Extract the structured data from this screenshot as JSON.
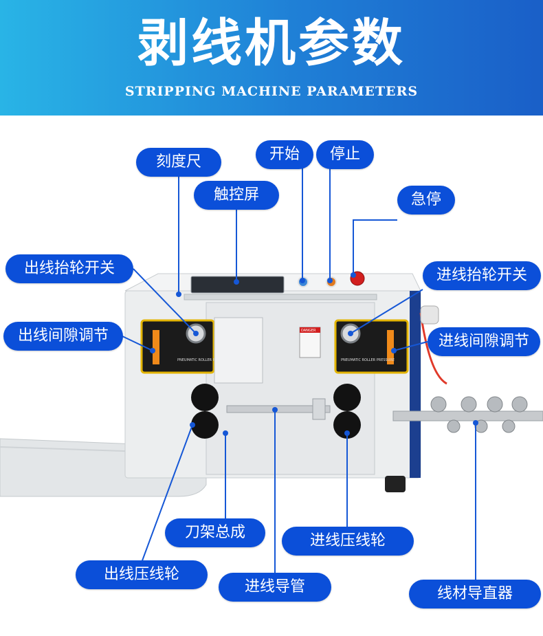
{
  "header": {
    "title": "剥线机参数",
    "subtitle": "STRIPPING MACHINE PARAMETERS"
  },
  "labels": {
    "scale": "刻度尺",
    "touchscreen": "触控屏",
    "start": "开始",
    "stop": "停止",
    "estop": "急停",
    "out_lift_switch": "出线抬轮开关",
    "in_lift_switch": "进线抬轮开关",
    "out_gap": "出线间隙调节",
    "in_gap": "进线间隙调节",
    "blade_assembly": "刀架总成",
    "in_press_wheel": "进线压线轮",
    "out_press_wheel": "出线压线轮",
    "in_guide_tube": "进线导管",
    "straightener": "线材导直器"
  },
  "panel_text": {
    "danger": "DANGER",
    "gauge_label": "PNEUMATIC ROLLER PRESSURE"
  },
  "colors": {
    "header_start": "#29b4e6",
    "header_end": "#1a5fc8",
    "label_bg": "#0b4fd9",
    "leader_line": "#1557d6",
    "estop_red": "#d21f1f"
  }
}
